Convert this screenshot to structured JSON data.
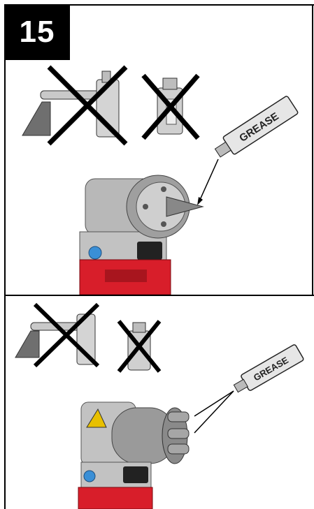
{
  "step": {
    "number": "15"
  },
  "panel_top": {
    "tube_label": "GREASE",
    "icons": [
      "faucet-crossed-icon",
      "spray-can-crossed-icon",
      "grease-tube-icon"
    ],
    "colors": {
      "tool_red": "#d81e2a",
      "metal": "#b8b8b8",
      "cross": "#000000",
      "accent_blue": "#3a8fd6"
    }
  },
  "panel_bottom": {
    "tube_label": "GREASE",
    "icons": [
      "faucet-crossed-icon",
      "spray-can-crossed-icon",
      "grease-tube-icon",
      "warning-triangle-icon"
    ],
    "colors": {
      "tool_red": "#d81e2a",
      "metal": "#b8b8b8",
      "cross": "#000000",
      "warning": "#e8c000"
    }
  }
}
